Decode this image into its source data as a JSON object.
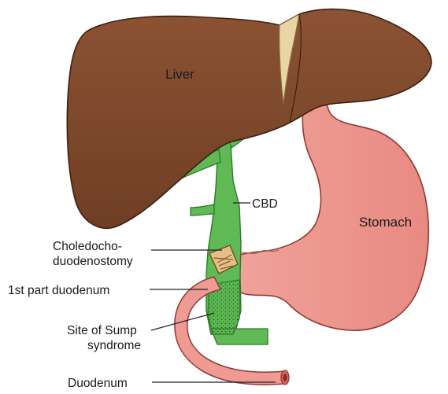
{
  "labels": {
    "liver": "Liver",
    "stomach": "Stomach",
    "cbd": "CBD",
    "choledocho_line1": "Choledocho-",
    "choledocho_line2": "duodenostomy",
    "first_part_duodenum": "1st part duodenum",
    "sump_line1": "Site of Sump",
    "sump_line2": "syndrome",
    "duodenum": "Duodenum"
  },
  "colors": {
    "liver": "#7e4a2e",
    "liver_outline": "#3d1f10",
    "ligament": "#e9d4a6",
    "bile_duct": "#5fb954",
    "bile_duct_outline": "#2e7a2a",
    "stomach": "#ef9b93",
    "stomach_outline": "#8e3b35",
    "anastomosis": "#e5bd86"
  }
}
